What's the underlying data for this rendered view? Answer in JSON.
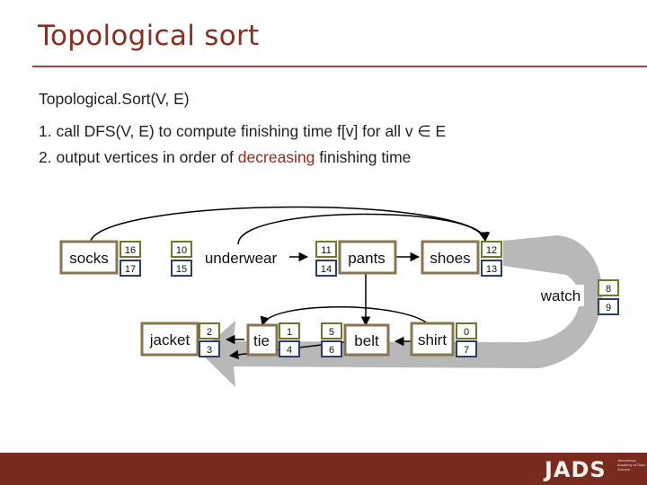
{
  "slide": {
    "title": "Topological sort",
    "algorithm": {
      "signature": "Topological.Sort(V, E)",
      "step1": "1.  call DFS(V, E) to compute finishing time f[v] for all v ∈ E",
      "step2_before": "2.  output vertices in order of ",
      "step2_highlight": "decreasing",
      "step2_after": " finishing time"
    }
  },
  "diagram": {
    "nodes": [
      {
        "id": "socks",
        "label": "socks",
        "discovery": "16",
        "finish": "17"
      },
      {
        "id": "underwear",
        "label": "underwear",
        "discovery": "10",
        "finish": "15"
      },
      {
        "id": "pants",
        "label": "pants",
        "discovery": "11",
        "finish": "14"
      },
      {
        "id": "shoes",
        "label": "shoes",
        "discovery": "12",
        "finish": "13"
      },
      {
        "id": "watch",
        "label": "watch",
        "discovery": "8",
        "finish": "9"
      },
      {
        "id": "jacket",
        "label": "jacket",
        "discovery": "2",
        "finish": "3"
      },
      {
        "id": "tie",
        "label": "tie",
        "discovery": "1",
        "finish": "4"
      },
      {
        "id": "belt",
        "label": "belt",
        "discovery": "5",
        "finish": "6"
      },
      {
        "id": "shirt",
        "label": "shirt",
        "discovery": "0",
        "finish": "7"
      }
    ]
  },
  "footer": {
    "logo": "JADS",
    "logo_subtitle": "Jheronimus Academy of Data Science"
  }
}
